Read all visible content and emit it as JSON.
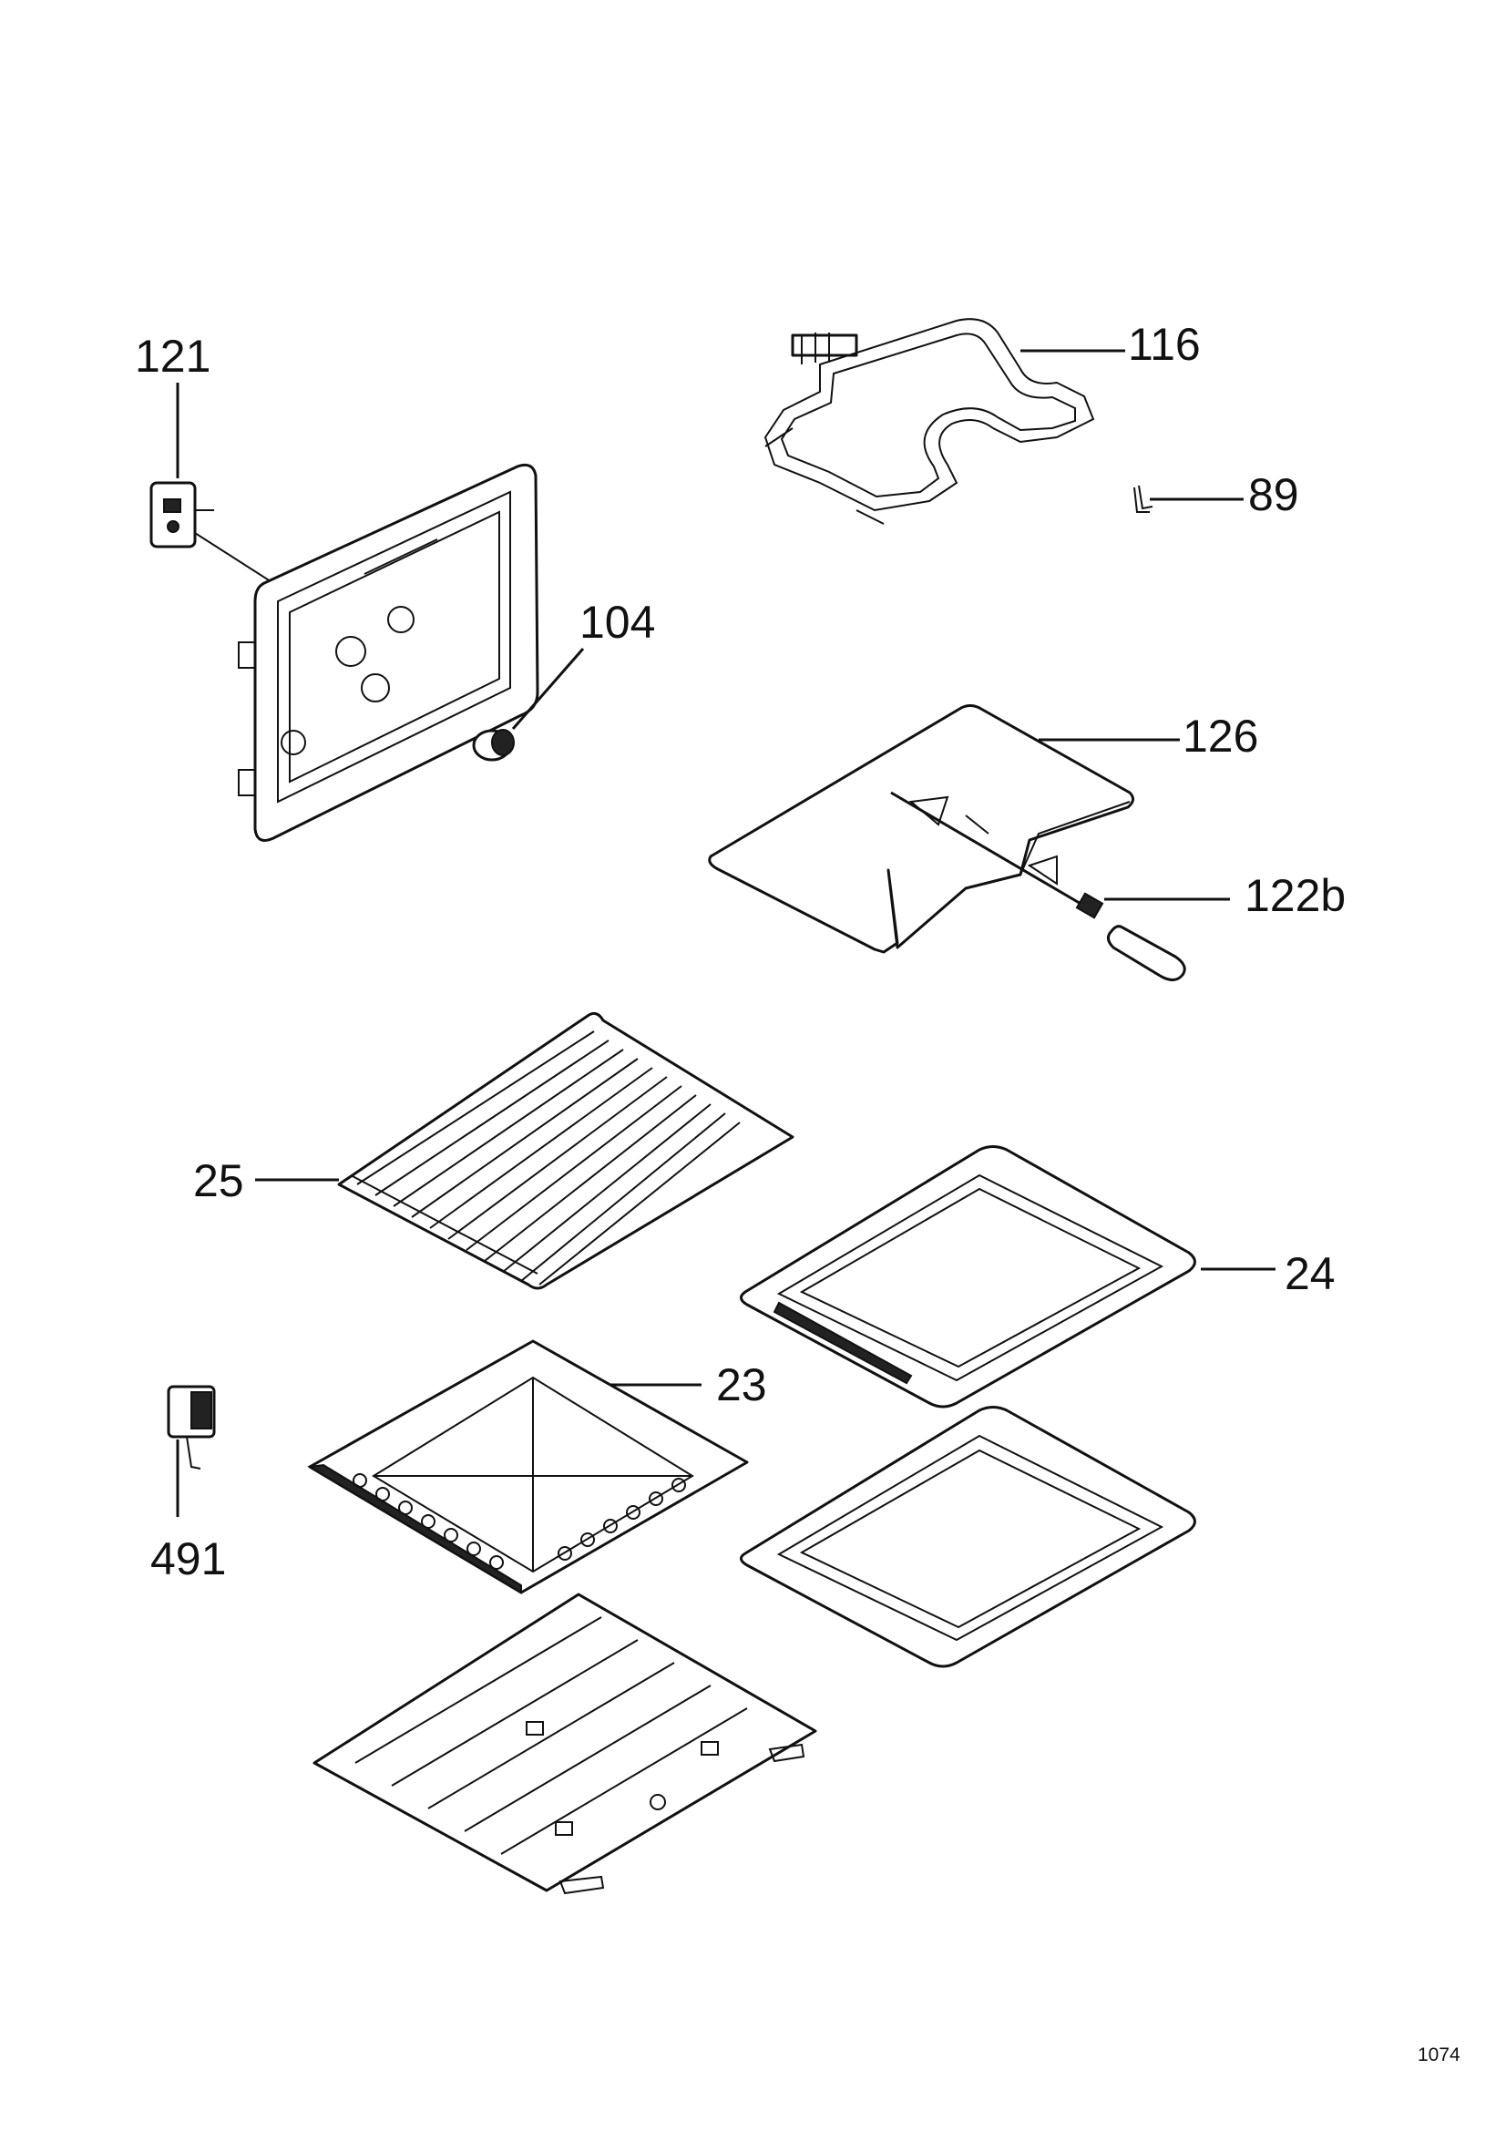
{
  "labels": {
    "p121": "121",
    "p116": "116",
    "p89": "89",
    "p104": "104",
    "p126": "126",
    "p122b": "122b",
    "p25": "25",
    "p24": "24",
    "p23": "23",
    "p491": "491"
  },
  "page_number": "1074",
  "icons": {
    "thermostat": "thermostat-switch-icon",
    "door": "oven-door-frame-icon",
    "element": "grill-heating-element-icon",
    "clip": "clip-icon",
    "spit": "rotisserie-spit-icon",
    "rack": "wire-rack-icon",
    "tray": "baking-tray-icon",
    "fan": "fan-cover-panel-icon",
    "switch": "door-switch-icon",
    "liner": "oven-floor-liner-icon"
  }
}
